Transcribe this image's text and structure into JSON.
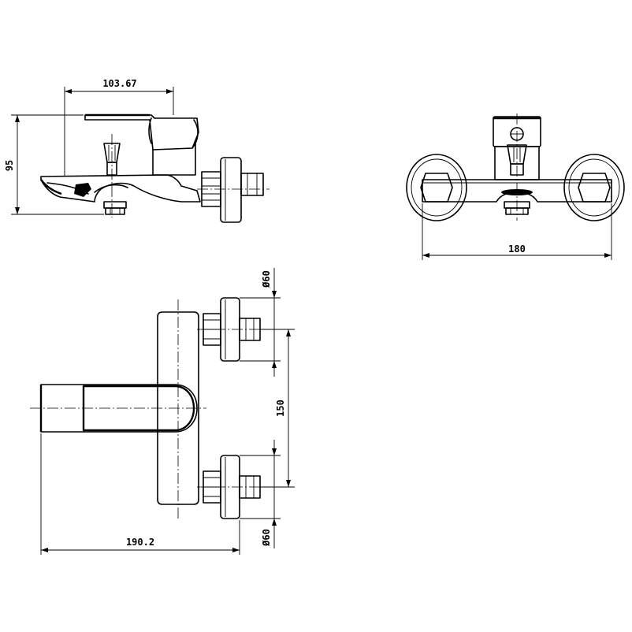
{
  "colors": {
    "line": "#000000",
    "background": "#ffffff"
  },
  "dimensions": {
    "spout_offset": "103.67",
    "height": "95",
    "width": "180",
    "length": "190.2",
    "centers": "150",
    "flange_upper": "Ø60",
    "flange_lower": "Ø60"
  }
}
